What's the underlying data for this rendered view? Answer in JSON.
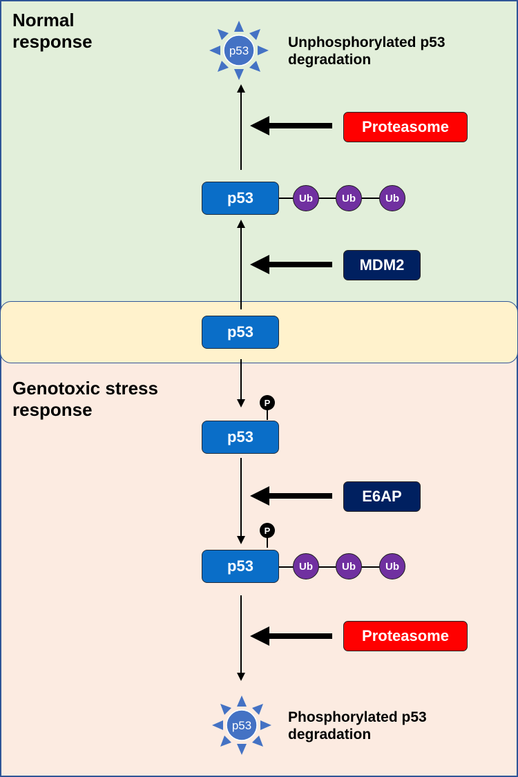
{
  "regions": {
    "normal": {
      "title_line1": "Normal",
      "title_line2": "response",
      "color": "#e2efda"
    },
    "basal": {
      "color": "#fff2cc"
    },
    "stress": {
      "title_line1": "Genotoxic stress",
      "title_line2": "response",
      "color": "#fcebe1"
    }
  },
  "nodes": {
    "p53_basal": "p53",
    "p53_ub_normal": "p53",
    "p53_phos": "p53",
    "p53_phos_ub": "p53",
    "ub": "Ub",
    "phospho": "P",
    "star_label": "p53"
  },
  "enzymes": {
    "proteasome_normal": "Proteasome",
    "mdm2": "MDM2",
    "e6ap": "E6AP",
    "proteasome_stress": "Proteasome"
  },
  "outcomes": {
    "normal_line1": "Unphosphorylated p53",
    "normal_line2": "degradation",
    "stress_line1": "Phosphorylated p53",
    "stress_line2": "degradation"
  },
  "colors": {
    "p53": "#0a6ec8",
    "ubiquitin": "#7030a0",
    "proteasome": "#ff0000",
    "e3_ligase": "#002060",
    "degraded_p53": "#4472c4",
    "border": "#2f5597"
  }
}
